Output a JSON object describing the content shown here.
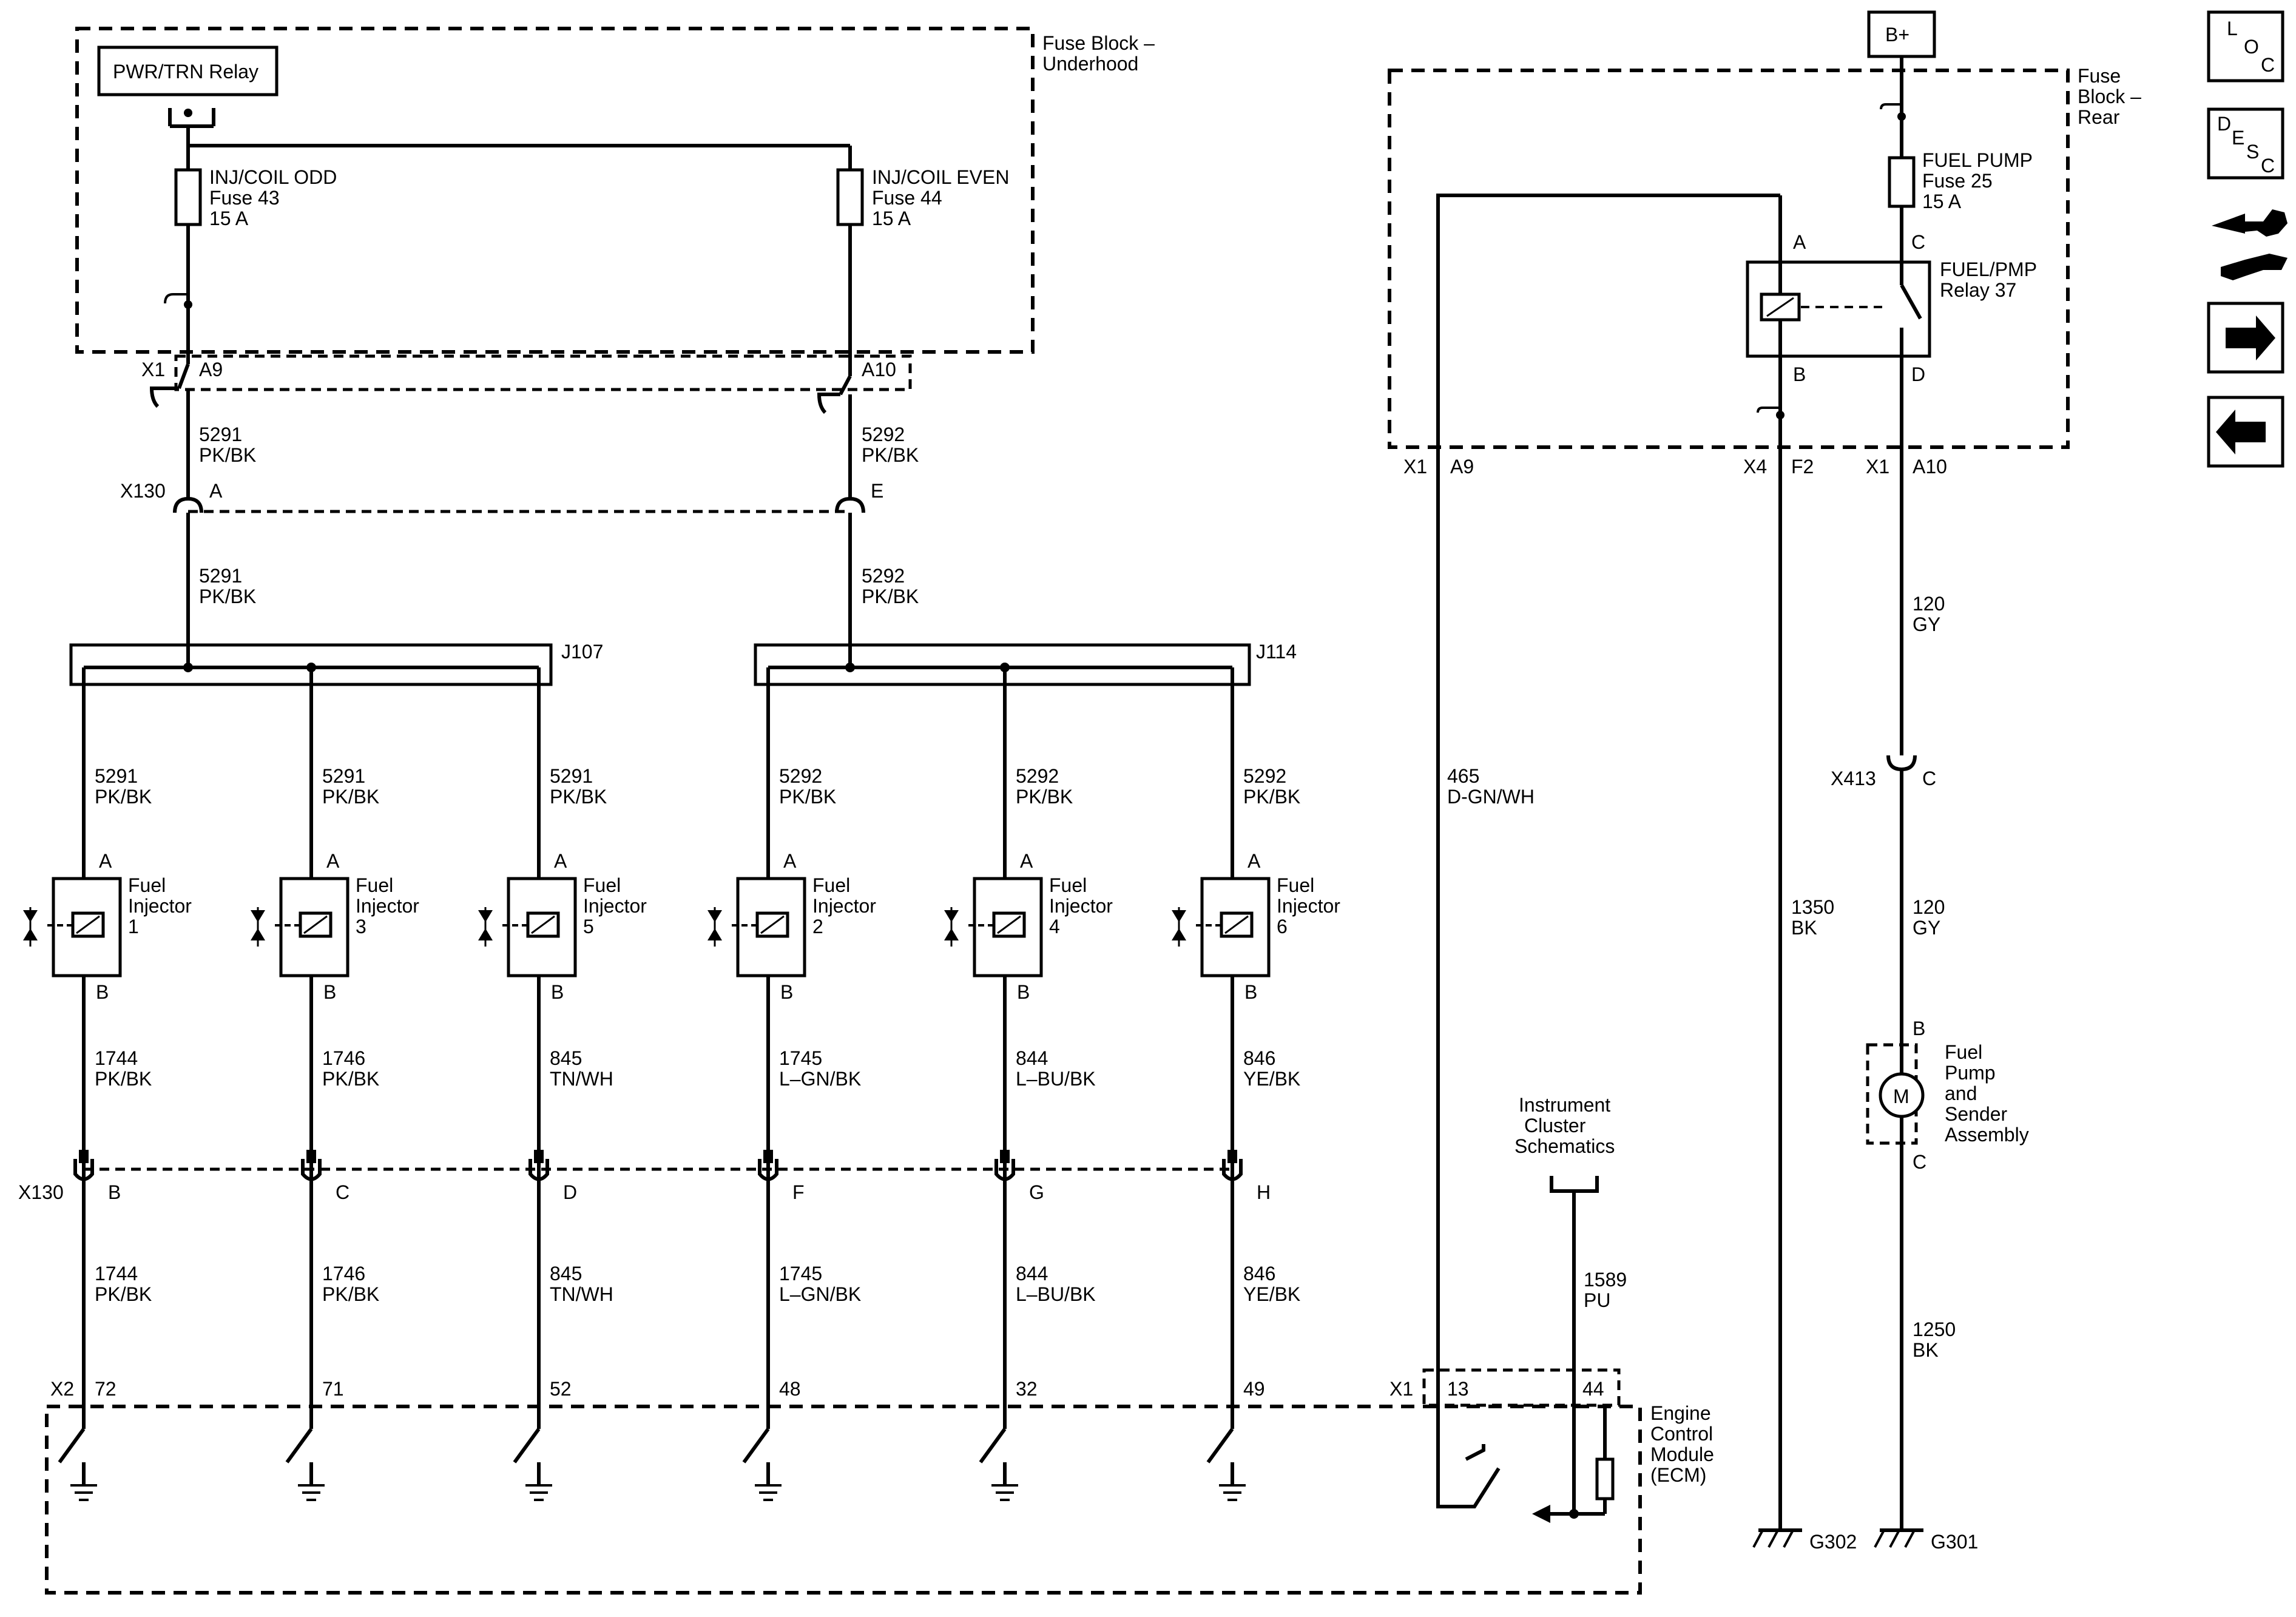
{
  "power_source": "B+",
  "relay_pwr": "PWR/TRN Relay",
  "fuse_block_underhood": [
    "Fuse Block –",
    "Underhood"
  ],
  "fuse_block_rear": [
    "Fuse",
    "Block –",
    "Rear"
  ],
  "fuse_odd": [
    "INJ/COIL ODD",
    "Fuse 43",
    "15 A"
  ],
  "fuse_even": [
    "INJ/COIL EVEN",
    "Fuse 44",
    "15 A"
  ],
  "fuse_fuelpump": [
    "FUEL PUMP",
    "Fuse 25",
    "15 A"
  ],
  "relay_fuelpmp": [
    "FUEL/PMP",
    "Relay 37"
  ],
  "relay_pins": {
    "a": "A",
    "b": "B",
    "c": "C",
    "d": "D"
  },
  "conn_x1": "X1",
  "conn_x4": "X4",
  "conn_x2": "X2",
  "conn_x130": "X130",
  "conn_x413": "X413",
  "pin_a9": "A9",
  "pin_a10": "A10",
  "pin_f2": "F2",
  "pin_x130_a": "A",
  "pin_x130_e": "E",
  "pin_x413_c": "C",
  "wire_5291": [
    "5291",
    "PK/BK"
  ],
  "wire_5292": [
    "5292",
    "PK/BK"
  ],
  "wire_120": [
    "120",
    "GY"
  ],
  "wire_465": [
    "465",
    "D-GN/WH"
  ],
  "wire_1350": [
    "1350",
    "BK"
  ],
  "wire_1250": [
    "1250",
    "BK"
  ],
  "wire_1589": [
    "1589",
    "PU"
  ],
  "splice_j107": "J107",
  "splice_j114": "J114",
  "injectors": [
    {
      "label": [
        "Fuel",
        "Injector",
        "1"
      ],
      "feed": [
        "5291",
        "PK/BK"
      ],
      "ret": [
        "1744",
        "PK/BK"
      ],
      "pinA": "A",
      "pinB": "B",
      "x130": "B",
      "ecm_pin": "72"
    },
    {
      "label": [
        "Fuel",
        "Injector",
        "3"
      ],
      "feed": [
        "5291",
        "PK/BK"
      ],
      "ret": [
        "1746",
        "PK/BK"
      ],
      "pinA": "A",
      "pinB": "B",
      "x130": "C",
      "ecm_pin": "71"
    },
    {
      "label": [
        "Fuel",
        "Injector",
        "5"
      ],
      "feed": [
        "5291",
        "PK/BK"
      ],
      "ret": [
        "845",
        "TN/WH"
      ],
      "pinA": "A",
      "pinB": "B",
      "x130": "D",
      "ecm_pin": "52"
    },
    {
      "label": [
        "Fuel",
        "Injector",
        "2"
      ],
      "feed": [
        "5292",
        "PK/BK"
      ],
      "ret": [
        "1745",
        "L–GN/BK"
      ],
      "pinA": "A",
      "pinB": "B",
      "x130": "F",
      "ecm_pin": "48"
    },
    {
      "label": [
        "Fuel",
        "Injector",
        "4"
      ],
      "feed": [
        "5292",
        "PK/BK"
      ],
      "ret": [
        "844",
        "L–BU/BK"
      ],
      "pinA": "A",
      "pinB": "B",
      "x130": "G",
      "ecm_pin": "32"
    },
    {
      "label": [
        "Fuel",
        "Injector",
        "6"
      ],
      "feed": [
        "5292",
        "PK/BK"
      ],
      "ret": [
        "846",
        "YE/BK"
      ],
      "pinA": "A",
      "pinB": "B",
      "x130": "H",
      "ecm_pin": "49"
    }
  ],
  "instrument_cluster": [
    "Instrument",
    "Cluster",
    "Schematics"
  ],
  "ecm": [
    "Engine",
    "Control",
    "Module",
    "(ECM)"
  ],
  "ecm_x1_pins": [
    "13",
    "44"
  ],
  "fuel_pump_assembly": [
    "Fuel",
    "Pump",
    "and",
    "Sender",
    "Assembly"
  ],
  "fuel_pump_pins": {
    "top": "B",
    "bottom": "C"
  },
  "motor_symbol": "M",
  "ground_g302": "G302",
  "ground_g301": "G301",
  "nav": {
    "loc": [
      "L",
      "O",
      "C"
    ],
    "desc": [
      "D",
      "E",
      "S",
      "C"
    ]
  }
}
